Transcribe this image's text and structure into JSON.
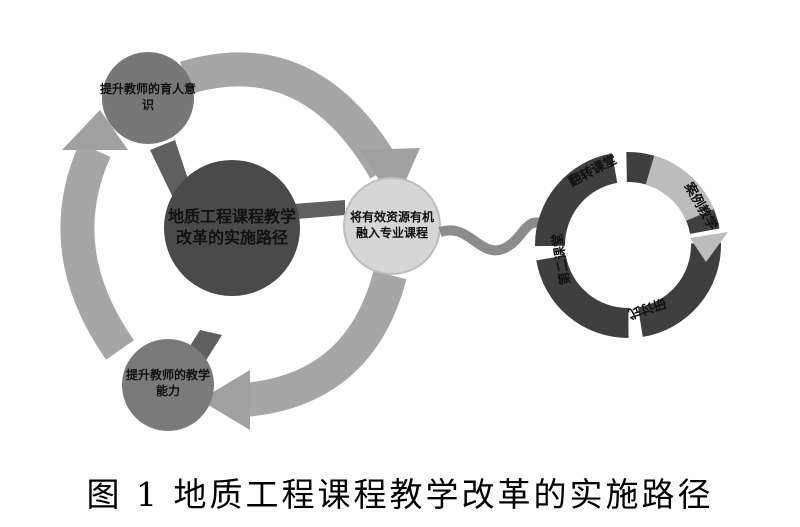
{
  "diagram": {
    "center_node": "地质工程课程教学改革的实施路径",
    "nodes": {
      "top": "提升教师的育人意识",
      "bottom": "提升教师的教学能力",
      "right": "将有效资源有机融入专业课程"
    },
    "cycle": [
      "翻转课堂",
      "案例教学",
      "研讨式",
      "第二课堂"
    ]
  },
  "caption": "图 1  地质工程课程教学改革的实施路径"
}
